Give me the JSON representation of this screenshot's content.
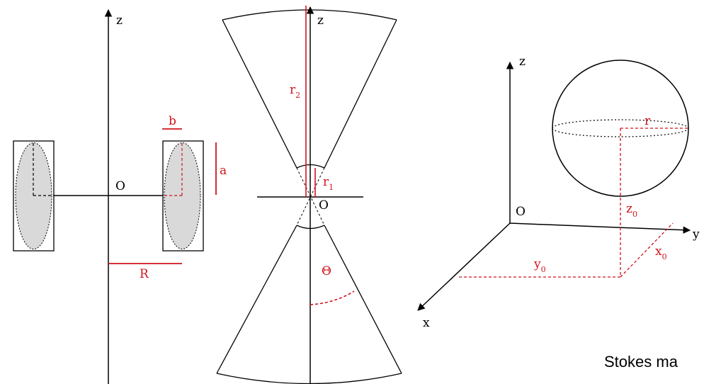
{
  "colors": {
    "ink": "#000000",
    "accent": "#d0141c",
    "fill": "#d9d9d9"
  },
  "torus": {
    "axis_label": "z",
    "origin_label": "O",
    "width_label": "b",
    "height_label": "a",
    "radius_label": "R"
  },
  "cones": {
    "axis_label": "z",
    "origin_label": "O",
    "outer_radius_label": "r",
    "outer_radius_sub": "2",
    "inner_radius_label": "r",
    "inner_radius_sub": "1",
    "angle_label": "Θ"
  },
  "sphere": {
    "z_axis_label": "z",
    "y_axis_label": "y",
    "x_axis_label": "x",
    "origin_label": "O",
    "radius_label": "r",
    "z0_label": "z",
    "z0_sub": "0",
    "y0_label": "y",
    "y0_sub": "0",
    "x0_label": "x",
    "x0_sub": "0"
  },
  "caption": "Stokes ma"
}
